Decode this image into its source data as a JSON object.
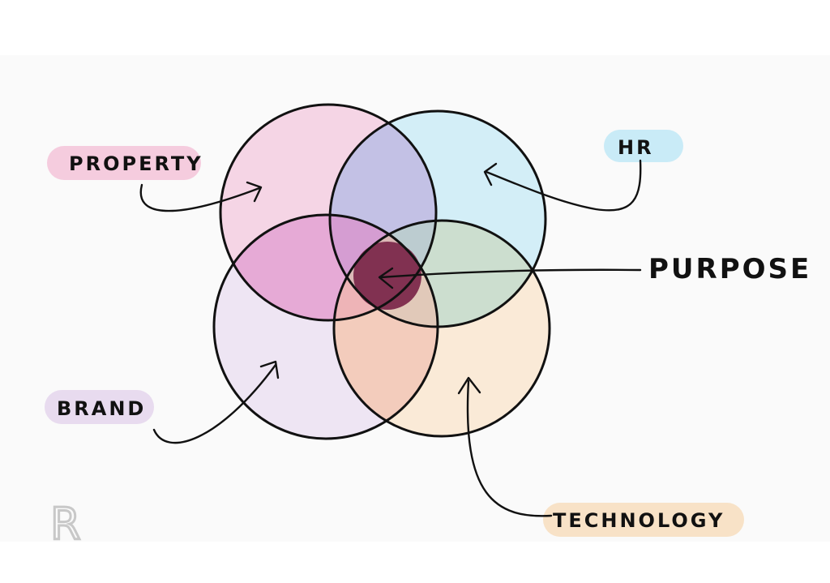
{
  "diagram": {
    "labels": {
      "property": "PROPERTY",
      "hr": "HR",
      "purpose": "PURPOSE",
      "brand": "BRAND",
      "technology": "TECHNOLOGY"
    },
    "colors": {
      "property": "#ee7fb6",
      "hr": "#8fd6ee",
      "brand": "#d8b8e4",
      "technology": "#f4c998",
      "center": "#7a2548",
      "ink": "#111111"
    },
    "logo": "R"
  }
}
